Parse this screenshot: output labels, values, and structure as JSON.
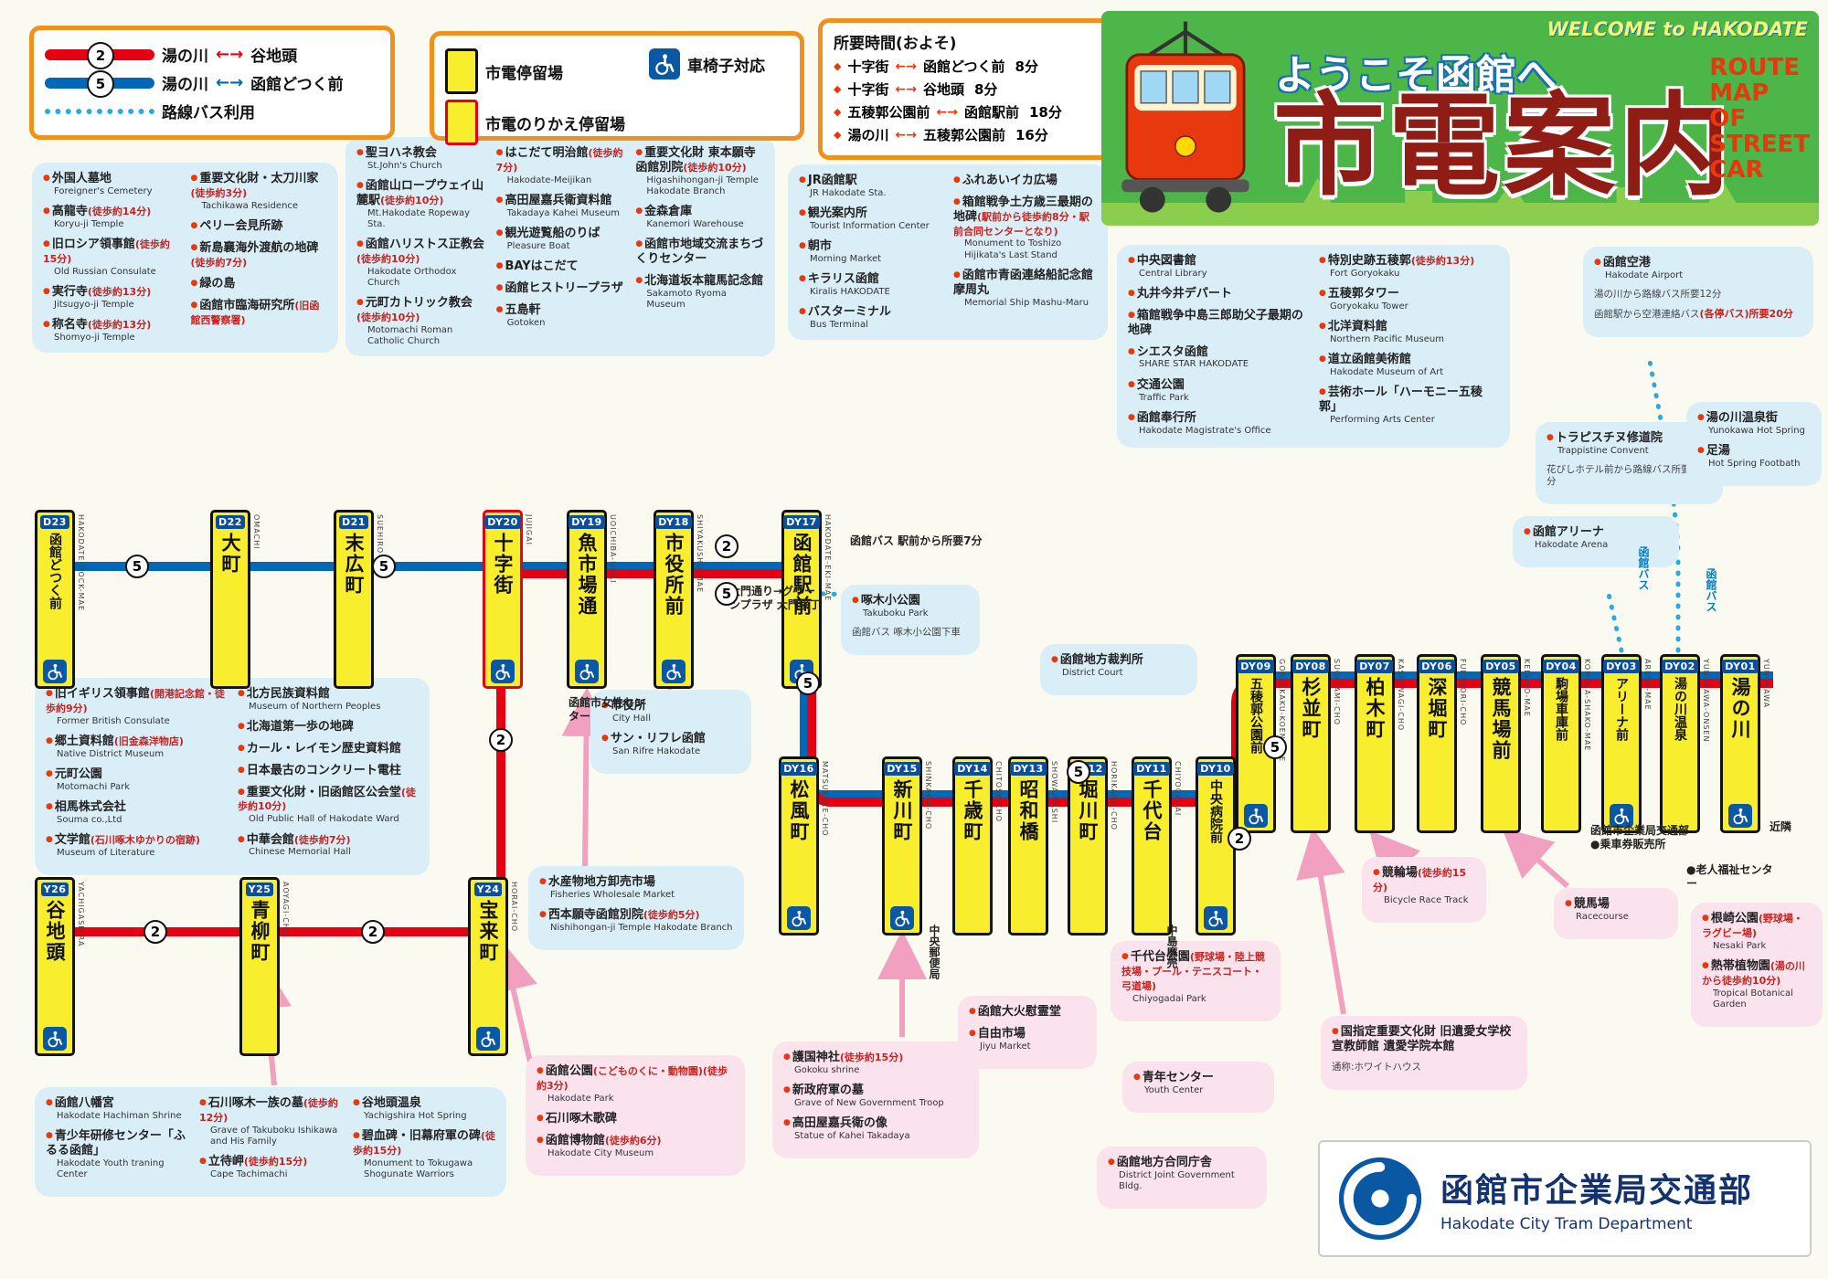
{
  "title": {
    "welcome_jp": "ようこそ函館へ",
    "main": "市電案内",
    "welcome_en": "WELCOME to HAKODATE",
    "route_map_en": "ROUTE\nMAP\nOF\nSTREET\nCAR"
  },
  "legend": {
    "routes": [
      {
        "badge": "2",
        "from": "湯の川",
        "to": "谷地頭",
        "color": "#e60012"
      },
      {
        "badge": "5",
        "from": "湯の川",
        "to": "函館どつく前",
        "color": "#0068b7"
      }
    ],
    "bus_label": "路線バス利用",
    "stop_label": "市電停留場",
    "transfer_label": "市電のりかえ停留場",
    "wheelchair_label": "車椅子対応"
  },
  "travel_times": {
    "title": "所要時間(およそ)",
    "items": [
      {
        "from": "十字街",
        "to": "函館どつく前",
        "time": "8分"
      },
      {
        "from": "十字街",
        "to": "谷地頭",
        "time": "8分"
      },
      {
        "from": "五稜郭公園前",
        "to": "函館駅前",
        "time": "18分"
      },
      {
        "from": "湯の川",
        "to": "五稜郭公園前",
        "time": "16分"
      }
    ]
  },
  "stations": [
    {
      "code": "D23",
      "name": "函館どつく前",
      "romaji": "HAKODATE-DOCK-MAE",
      "wheelchair": true
    },
    {
      "code": "D22",
      "name": "大町",
      "romaji": "OMACHI"
    },
    {
      "code": "D21",
      "name": "末広町",
      "romaji": "SUEHIRO-CHO"
    },
    {
      "code": "DY20",
      "name": "十字街",
      "romaji": "JUJIGAI",
      "wheelchair": true,
      "transfer": true
    },
    {
      "code": "DY19",
      "name": "魚市場通",
      "romaji": "UOICHIBA-DORI",
      "wheelchair": true
    },
    {
      "code": "DY18",
      "name": "市役所前",
      "romaji": "SHIYAKUSHO-MAE",
      "wheelchair": true
    },
    {
      "code": "DY17",
      "name": "函館駅前",
      "romaji": "HAKODATE-EKI-MAE",
      "wheelchair": true
    },
    {
      "code": "DY16",
      "name": "松風町",
      "romaji": "MATSUKAZE-CHO",
      "wheelchair": true
    },
    {
      "code": "DY15",
      "name": "新川町",
      "romaji": "SHINKAWA-CHO",
      "wheelchair": true
    },
    {
      "code": "DY14",
      "name": "千歳町",
      "romaji": "CHITOSE-CHO"
    },
    {
      "code": "DY13",
      "name": "昭和橋",
      "romaji": "SHOWA-BASHI"
    },
    {
      "code": "DY12",
      "name": "堀川町",
      "romaji": "HORIKAWA-CHO"
    },
    {
      "code": "DY11",
      "name": "千代台",
      "romaji": "CHIYOGADAI"
    },
    {
      "code": "DY10",
      "name": "中央病院前",
      "romaji": "CHUO-BYOIN-MAE",
      "wheelchair": true
    },
    {
      "code": "DY09",
      "name": "五稜郭公園前",
      "romaji": "GORYOKAKU-KOEN-MAE",
      "wheelchair": true
    },
    {
      "code": "DY08",
      "name": "杉並町",
      "romaji": "SUGINAMI-CHO"
    },
    {
      "code": "DY07",
      "name": "柏木町",
      "romaji": "KASHIWAGI-CHO"
    },
    {
      "code": "DY06",
      "name": "深堀町",
      "romaji": "FUKABORI-CHO"
    },
    {
      "code": "DY05",
      "name": "競馬場前",
      "romaji": "KEIBAJO-MAE"
    },
    {
      "code": "DY04",
      "name": "駒場車庫前",
      "romaji": "KOMABA-SHAKO-MAE"
    },
    {
      "code": "DY03",
      "name": "アリーナ前",
      "romaji": "ARENA-MAE",
      "wheelchair": true
    },
    {
      "code": "DY02",
      "name": "湯の川温泉",
      "romaji": "YUNOKAWA-ONSEN"
    },
    {
      "code": "DY01",
      "name": "湯の川",
      "romaji": "YUNOKAWA",
      "wheelchair": true
    },
    {
      "code": "Y26",
      "name": "谷地頭",
      "romaji": "YACHIGASHIRA",
      "wheelchair": true
    },
    {
      "code": "Y25",
      "name": "青柳町",
      "romaji": "AOYAGI-CHO"
    },
    {
      "code": "Y24",
      "name": "宝来町",
      "romaji": "HORAI-CHO",
      "wheelchair": true
    }
  ],
  "clusters": [
    {
      "id": "motomachi-west",
      "tint": "blue",
      "items": [
        {
          "jp": "外国人墓地",
          "en": "Foreigner's Cemetery"
        },
        {
          "jp": "高龍寺(徒歩約14分)",
          "en": "Koryu-ji Temple"
        },
        {
          "jp": "旧ロシア領事館(徒歩約15分)",
          "en": "Old Russian Consulate"
        },
        {
          "jp": "実行寺(徒歩約13分)",
          "en": "Jitsugyo-ji Temple"
        },
        {
          "jp": "称名寺(徒歩約13分)",
          "en": "Shomyo-ji Temple"
        },
        {
          "jp": "重要文化財・太刀川家(徒歩約3分)",
          "en": "Tachikawa Residence"
        },
        {
          "jp": "ペリー会見所跡",
          "en": ""
        },
        {
          "jp": "新島襄海外渡航の地碑(徒歩約7分)",
          "en": ""
        },
        {
          "jp": "緑の島",
          "en": ""
        },
        {
          "jp": "函館市臨海研究所(旧函館西警察署)",
          "en": ""
        }
      ]
    },
    {
      "id": "motomachi",
      "tint": "blue",
      "items": [
        {
          "jp": "聖ヨハネ教会",
          "en": "St.John's Church"
        },
        {
          "jp": "函館山ロープウェイ山麓駅(徒歩約10分)",
          "en": "Mt.Hakodate Ropeway Sta."
        },
        {
          "jp": "函館ハリストス正教会(徒歩約10分)",
          "en": "Hakodate Orthodox Church"
        },
        {
          "jp": "元町カトリック教会(徒歩約10分)",
          "en": "Motomachi Roman Catholic Church"
        },
        {
          "jp": "はこだて明治館(徒歩約7分)",
          "en": "Hakodate-Meijikan"
        },
        {
          "jp": "高田屋嘉兵衛資料館",
          "en": "Takadaya Kahei Museum"
        },
        {
          "jp": "観光遊覧船のりば",
          "en": "Pleasure Boat"
        },
        {
          "jp": "BAYはこだて",
          "en": ""
        },
        {
          "jp": "函館ヒストリープラザ",
          "en": ""
        },
        {
          "jp": "五島軒",
          "en": "Gotoken"
        },
        {
          "jp": "重要文化財 東本願寺函館別院(徒歩約10分)",
          "en": "Higashihongan-ji Temple Hakodate Branch"
        },
        {
          "jp": "金森倉庫",
          "en": "Kanemori Warehouse"
        },
        {
          "jp": "函館市地域交流まちづくりセンター",
          "en": ""
        },
        {
          "jp": "北海道坂本龍馬記念館",
          "en": "Sakamoto Ryoma Museum"
        }
      ]
    },
    {
      "id": "jr",
      "tint": "blue",
      "items": [
        {
          "jp": "JR函館駅",
          "en": "JR Hakodate Sta."
        },
        {
          "jp": "観光案内所",
          "en": "Tourist Information Center"
        },
        {
          "jp": "朝市",
          "en": "Morning Market"
        },
        {
          "jp": "キラリス函館",
          "en": "Kiralis HAKODATE"
        },
        {
          "jp": "バスターミナル",
          "en": "Bus Terminal"
        },
        {
          "jp": "ふれあいイカ広場",
          "en": ""
        },
        {
          "jp": "箱館戦争土方歳三最期の地碑(駅前から徒歩約8分・駅前合同センターとなり)",
          "en": "Monument to Toshizo Hijikata's Last Stand"
        },
        {
          "jp": "函館市青函連絡船記念館摩周丸",
          "en": "Memorial Ship Mashu-Maru"
        }
      ]
    },
    {
      "id": "goryokaku",
      "tint": "blue",
      "items": [
        {
          "jp": "中央図書館",
          "en": "Central Library"
        },
        {
          "jp": "丸井今井デパート",
          "en": ""
        },
        {
          "jp": "箱館戦争中島三郎助父子最期の地碑",
          "en": ""
        },
        {
          "jp": "シエスタ函館",
          "en": "SHARE STAR HAKODATE"
        },
        {
          "jp": "交通公園",
          "en": "Traffic Park"
        },
        {
          "jp": "函館奉行所",
          "en": "Hakodate Magistrate's Office"
        },
        {
          "jp": "特別史跡五稜郭(徒歩約13分)",
          "en": "Fort Goryokaku"
        },
        {
          "jp": "五稜郭タワー",
          "en": "Goryokaku Tower"
        },
        {
          "jp": "北洋資料館",
          "en": "Northern Pacific Museum"
        },
        {
          "jp": "道立函館美術館",
          "en": "Hakodate Museum of Art"
        },
        {
          "jp": "芸術ホール「ハーモニー五稜郭」",
          "en": "Performing Arts Center"
        }
      ]
    },
    {
      "id": "airport",
      "tint": "blue",
      "items": [
        {
          "jp": "函館空港",
          "en": "Hakodate Airport"
        },
        {
          "jp": "湯の川から路線バス所要12分",
          "en": "",
          "sub": true
        },
        {
          "jp": "函館駅から空港連絡バス(各停バス)所要20分",
          "en": "",
          "sub": true
        }
      ]
    },
    {
      "id": "trappistine",
      "tint": "blue",
      "items": [
        {
          "jp": "トラピスチヌ修道院",
          "en": "Trappistine Convent"
        },
        {
          "jp": "花びしホテル前から路線バス所要20分",
          "en": "",
          "sub": true
        }
      ]
    },
    {
      "id": "yunokawa",
      "tint": "blue",
      "items": [
        {
          "jp": "湯の川温泉街",
          "en": "Yunokawa Hot Spring"
        },
        {
          "jp": "足湯",
          "en": "Hot Spring Footbath"
        }
      ]
    },
    {
      "id": "arena",
      "tint": "blue",
      "items": [
        {
          "jp": "函館アリーナ",
          "en": "Hakodate Arena"
        }
      ]
    },
    {
      "id": "takuboku",
      "tint": "blue",
      "items": [
        {
          "jp": "啄木小公園",
          "en": "Takuboku Park"
        },
        {
          "jp": "函館バス 啄木小公園下車",
          "en": "",
          "sub": true
        }
      ]
    },
    {
      "id": "court",
      "tint": "blue",
      "items": [
        {
          "jp": "函館地方裁判所",
          "en": "District Court"
        }
      ]
    },
    {
      "id": "cityhall",
      "tint": "blue",
      "items": [
        {
          "jp": "市役所",
          "en": "City Hall"
        },
        {
          "jp": "サン・リフレ函館",
          "en": "San Rifre Hakodate"
        }
      ]
    },
    {
      "id": "motomachi-south",
      "tint": "blue",
      "items": [
        {
          "jp": "旧イギリス領事館(開港記念館・徒歩約9分)",
          "en": "Former British Consulate"
        },
        {
          "jp": "郷土資料館(旧金森洋物店)",
          "en": "Native District Museum"
        },
        {
          "jp": "元町公園",
          "en": "Motomachi Park"
        },
        {
          "jp": "相馬株式会社",
          "en": "Souma co.,Ltd"
        },
        {
          "jp": "文学館(石川啄木ゆかりの宿跡)",
          "en": "Museum of Literature"
        },
        {
          "jp": "北方民族資料館",
          "en": "Museum of Northern Peoples"
        },
        {
          "jp": "北海道第一歩の地碑",
          "en": ""
        },
        {
          "jp": "カール・レイモン歴史資料館",
          "en": ""
        },
        {
          "jp": "日本最古のコンクリート電柱",
          "en": ""
        },
        {
          "jp": "重要文化財・旧函館区公会堂(徒歩約10分)",
          "en": "Old Public Hall of Hakodate Ward"
        },
        {
          "jp": "中華会館(徒歩約7分)",
          "en": "Chinese Memorial Hall"
        }
      ]
    },
    {
      "id": "fisheries",
      "tint": "blue",
      "items": [
        {
          "jp": "水産物地方卸売市場",
          "en": "Fisheries Wholesale Market"
        },
        {
          "jp": "西本願寺函館別院(徒歩約5分)",
          "en": "Nishihongan-ji Temple Hakodate Branch"
        }
      ]
    },
    {
      "id": "yachigashira",
      "tint": "blue",
      "items": [
        {
          "jp": "函館八幡宮",
          "en": "Hakodate Hachiman Shrine"
        },
        {
          "jp": "青少年研修センター「ふるる函館」",
          "en": "Hakodate Youth traning Center"
        },
        {
          "jp": "石川啄木一族の墓(徒歩約12分)",
          "en": "Grave of Takuboku Ishikawa and His Family"
        },
        {
          "jp": "立待岬(徒歩約15分)",
          "en": "Cape Tachimachi"
        },
        {
          "jp": "谷地頭温泉",
          "en": "Yachigshira Hot Spring"
        },
        {
          "jp": "碧血碑・旧幕府軍の碑(徒歩約15分)",
          "en": "Monument to Tokugawa Shogunate Warriors"
        }
      ]
    },
    {
      "id": "park",
      "tint": "pink",
      "items": [
        {
          "jp": "函館公園(こどものくに・動物園)(徒歩約3分)",
          "en": "Hakodate Park"
        },
        {
          "jp": "石川啄木歌碑",
          "en": ""
        },
        {
          "jp": "函館博物館(徒歩約6分)",
          "en": "Hakodate City Museum"
        }
      ]
    },
    {
      "id": "gokoku",
      "tint": "pink",
      "items": [
        {
          "jp": "護国神社(徒歩約15分)",
          "en": "Gokoku shrine"
        },
        {
          "jp": "新政府軍の墓",
          "en": "Grave of New Government Troop"
        },
        {
          "jp": "高田屋嘉兵衛の像",
          "en": "Statue of Kahei Takadaya"
        }
      ]
    },
    {
      "id": "daika",
      "tint": "pink",
      "items": [
        {
          "jp": "函館大火慰霊堂",
          "en": ""
        },
        {
          "jp": "自由市場",
          "en": "Jiyu Market"
        }
      ]
    },
    {
      "id": "chiyogadai",
      "tint": "pink",
      "items": [
        {
          "jp": "千代台公園(野球場・陸上競技場・プール・テニスコート・弓道場)",
          "en": "Chiyogadai Park"
        }
      ]
    },
    {
      "id": "youth",
      "tint": "pink",
      "items": [
        {
          "jp": "青年センター",
          "en": "Youth Center"
        }
      ]
    },
    {
      "id": "gov",
      "tint": "pink",
      "items": [
        {
          "jp": "函館地方合同庁舎",
          "en": "District Joint Government Bldg."
        }
      ]
    },
    {
      "id": "whitehouse",
      "tint": "pink",
      "items": [
        {
          "jp": "国指定重要文化財 旧遺愛女学校宣教師館 遺愛学院本館",
          "en": ""
        },
        {
          "jp": "通称:ホワイトハウス",
          "en": "",
          "sub": true
        }
      ]
    },
    {
      "id": "keirin",
      "tint": "pink",
      "items": [
        {
          "jp": "競輪場(徒歩約15分)",
          "en": "Bicycle Race Track"
        }
      ]
    },
    {
      "id": "racecourse",
      "tint": "pink",
      "items": [
        {
          "jp": "競馬場",
          "en": "Racecourse"
        }
      ]
    },
    {
      "id": "nesaki",
      "tint": "pink",
      "items": [
        {
          "jp": "根崎公園(野球場・ラグビー場)",
          "en": "Nesaki Park"
        },
        {
          "jp": "熱帯植物園(湯の川から徒歩約10分)",
          "en": "Tropical Botanical Garden"
        }
      ]
    }
  ],
  "notes": [
    {
      "text": "函館バス 駅前から所要7分"
    },
    {
      "text": "大門通り→グリーンプラザ 大門横丁"
    },
    {
      "text": "函館市女性センター"
    },
    {
      "text": "中央郵便局"
    },
    {
      "text": "中島廉売"
    },
    {
      "text": "函館市企業局交通部 ●乗車券販売所"
    },
    {
      "text": "●老人福祉センター"
    },
    {
      "text": "近隣"
    },
    {
      "text": "函館バス"
    },
    {
      "text": "函館バス"
    }
  ],
  "footer": {
    "org_jp": "函館市企業局交通部",
    "org_en": "Hakodate City Tram Department"
  }
}
